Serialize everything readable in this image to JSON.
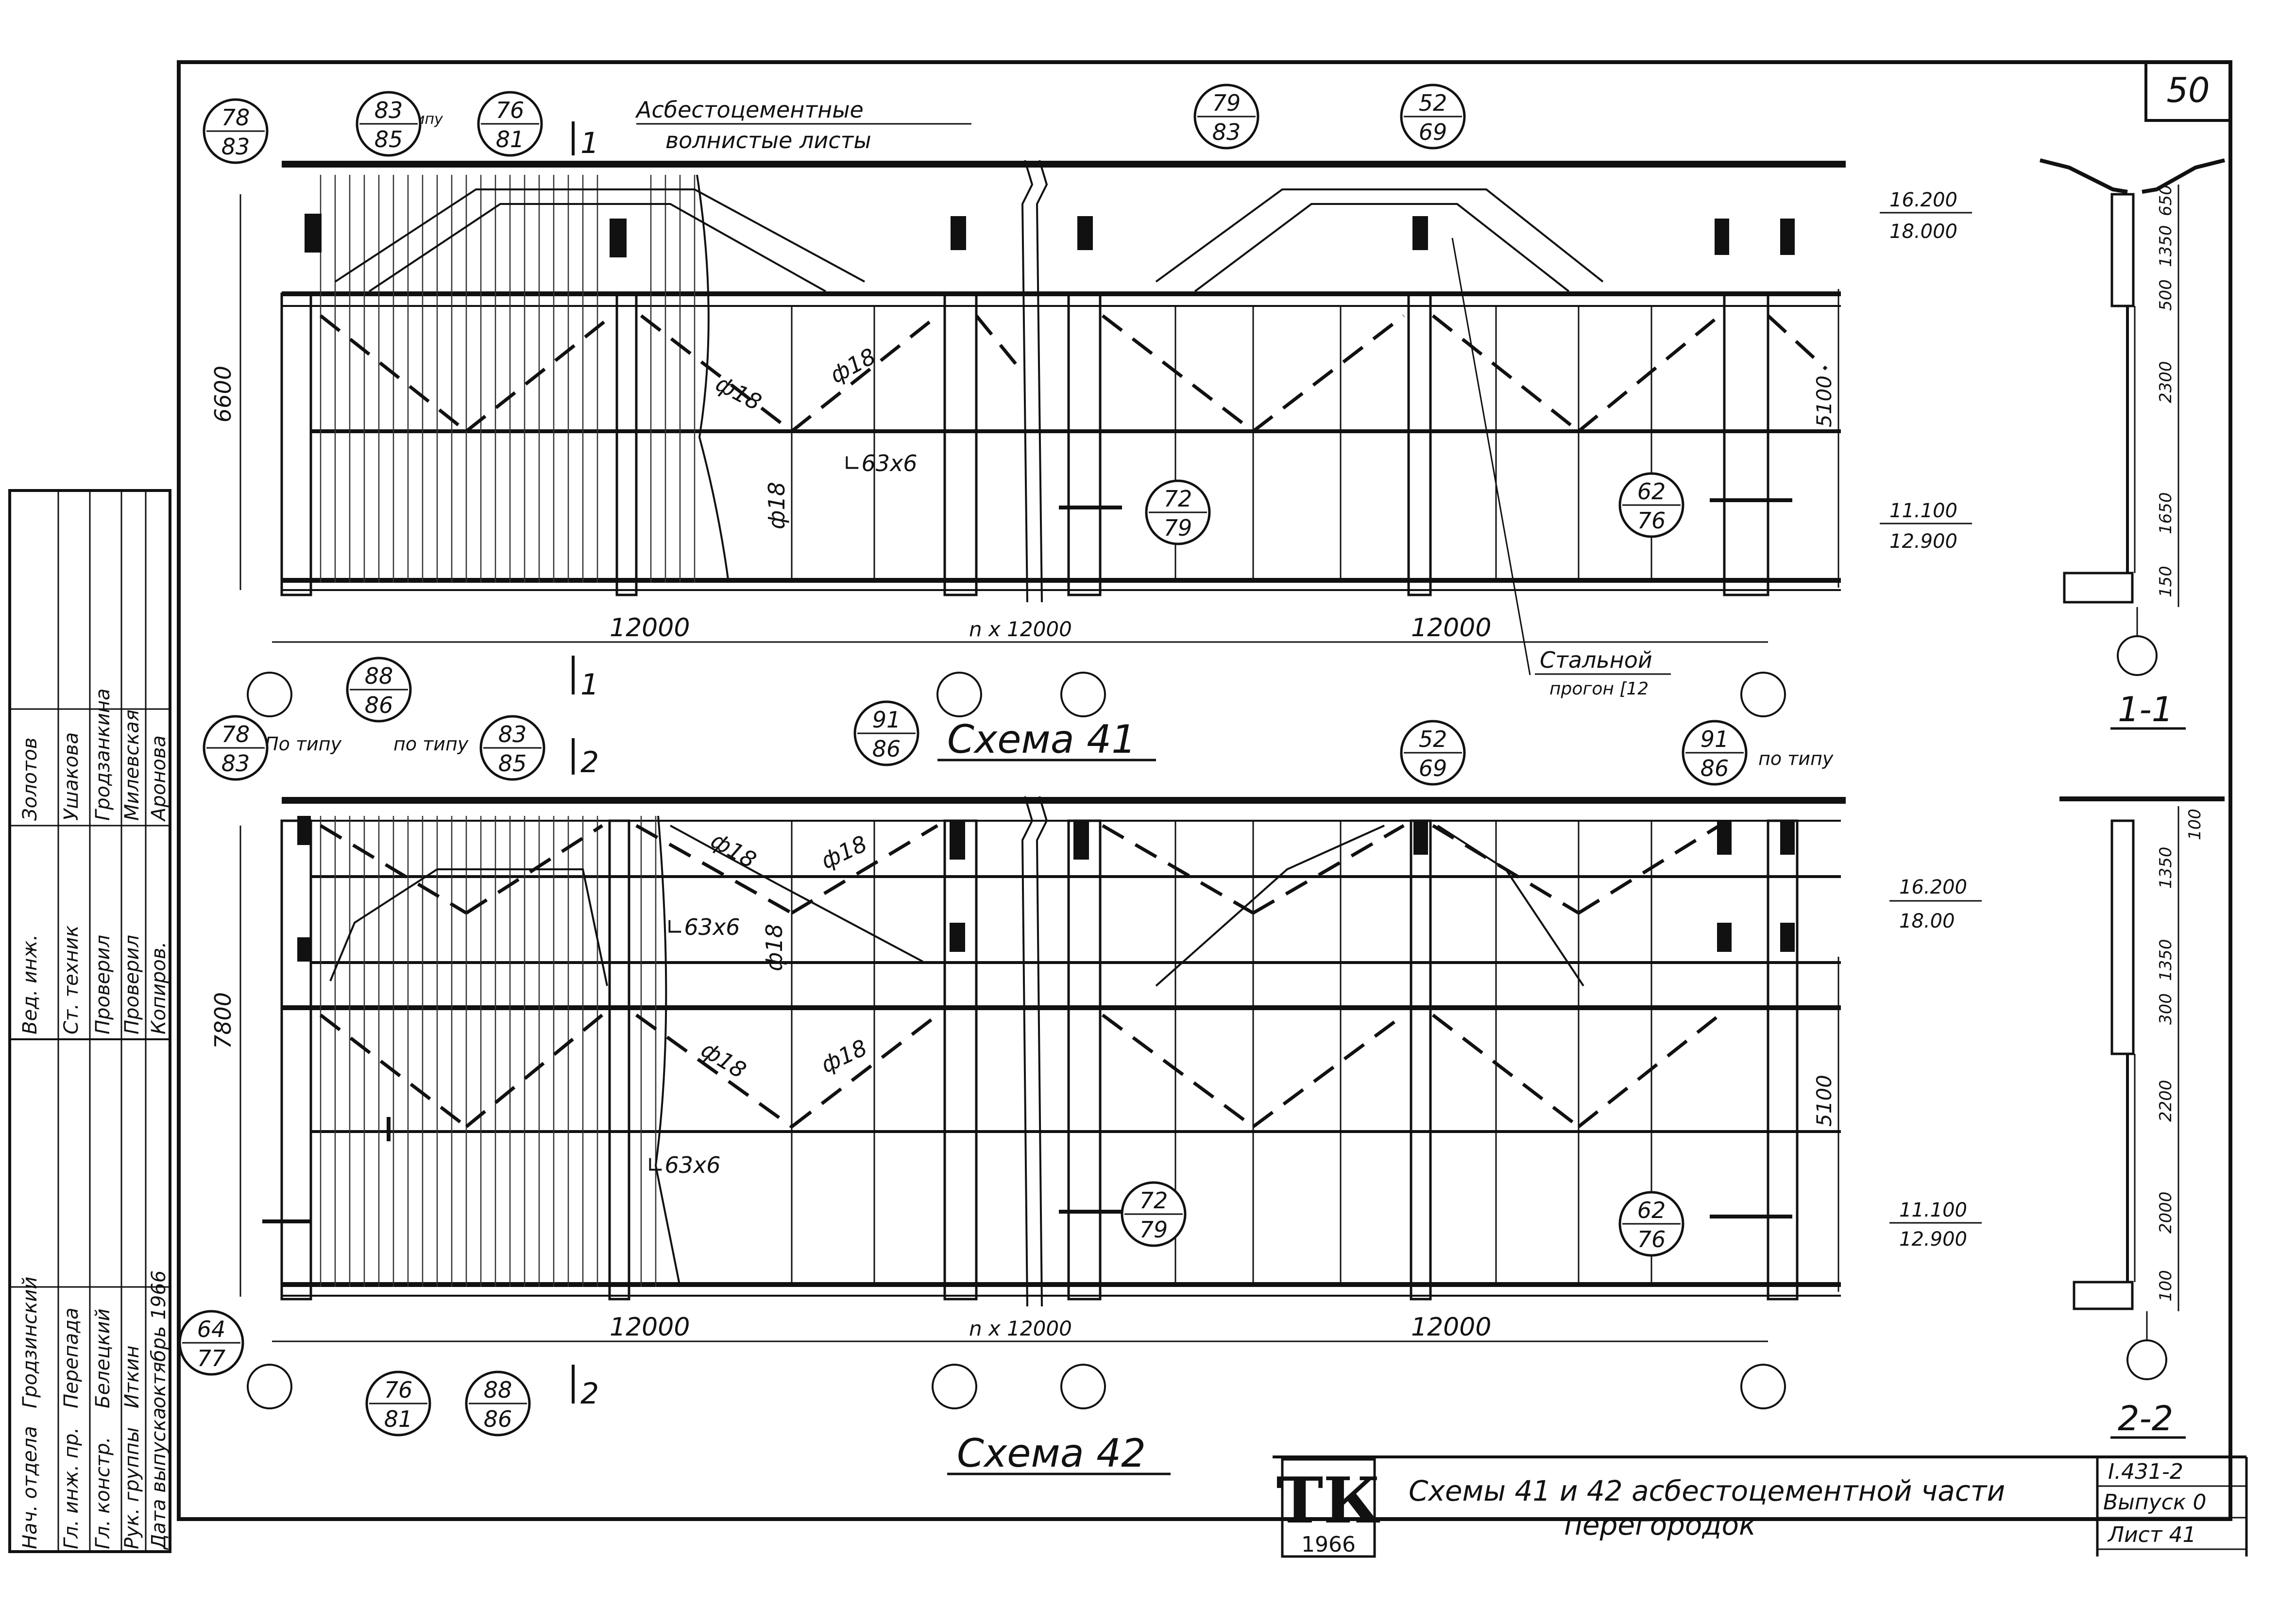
{
  "sheet": {
    "page_number": "50",
    "series_code": "I.431-2",
    "issue": "Выпуск 0",
    "sheet_no": "Лист 41",
    "logo_text": "ТК",
    "logo_year": "1966",
    "title_line1": "Схемы 41 и 42 асбестоцементной части",
    "title_line2": "перегородок"
  },
  "stamp": {
    "columns": [
      {
        "role": "Нач. отдела",
        "name": "Гродзинский"
      },
      {
        "role": "Гл. инж. пр.",
        "name": "Перепада"
      },
      {
        "role": "Гл. констр.",
        "name": "Белецкий"
      },
      {
        "role": "Рук. группы",
        "name": "Иткин"
      },
      {
        "role": "Дата выпуска",
        "name": "октябрь 1966"
      },
      {
        "role": "Вед. инж.",
        "name": "Золотов"
      },
      {
        "role": "Ст. техник",
        "name": "Ушакова"
      },
      {
        "role": "Проверил",
        "name": "Гродзанкина"
      },
      {
        "role": "Проверил",
        "name": "Милевская"
      },
      {
        "role": "Копиров.",
        "name": "Аронова"
      }
    ]
  },
  "schema41": {
    "title": "Схема 41",
    "sheets_label_line1": "Асбестоцементные",
    "sheets_label_line2": "волнистые листы",
    "po_tipu": "по типу",
    "height": "6600",
    "bay_left": "12000",
    "bay_mid": "n x 12000",
    "bay_right": "12000",
    "right_height": "5100",
    "level_top_a": "16.200",
    "level_top_b": "18.000",
    "level_mid_a": "11.100",
    "level_mid_b": "12.900",
    "rod_a": "ф18",
    "rod_b": "ф18",
    "rod_c": "ф18",
    "angle": "∟63х6",
    "purlin_line1": "Стальной",
    "purlin_line2": "прогон [12",
    "section_mark": "1",
    "callouts": [
      {
        "top": "78",
        "bottom": "83"
      },
      {
        "top": "83",
        "bottom": "85"
      },
      {
        "top": "76",
        "bottom": "81"
      },
      {
        "top": "79",
        "bottom": "83"
      },
      {
        "top": "52",
        "bottom": "69"
      },
      {
        "top": "72",
        "bottom": "79"
      },
      {
        "top": "62",
        "bottom": "76"
      },
      {
        "top": "88",
        "bottom": "86"
      }
    ]
  },
  "schema42": {
    "title": "Схема 42",
    "po_tipu_a": "По типу",
    "po_tipu_b": "по типу",
    "po_tipu_c": "по типу",
    "height": "7800",
    "bay_left": "12000",
    "bay_mid": "n x 12000",
    "bay_right": "12000",
    "right_height": "5100",
    "level_top_a": "16.200",
    "level_top_b": "18.00",
    "level_mid_a": "11.100",
    "level_mid_b": "12.900",
    "rod_a": "ф18",
    "rod_b": "ф18",
    "rod_c": "ф18",
    "rod_d": "ф18",
    "rod_e": "ф18",
    "angle_a": "∟63х6",
    "angle_b": "∟63х6",
    "section_mark": "2",
    "callouts": [
      {
        "top": "78",
        "bottom": "83"
      },
      {
        "top": "83",
        "bottom": "85"
      },
      {
        "top": "91",
        "bottom": "86"
      },
      {
        "top": "52",
        "bottom": "69"
      },
      {
        "top": "91",
        "bottom": "86"
      },
      {
        "top": "72",
        "bottom": "79"
      },
      {
        "top": "62",
        "bottom": "76"
      },
      {
        "top": "64",
        "bottom": "77"
      },
      {
        "top": "76",
        "bottom": "81"
      },
      {
        "top": "88",
        "bottom": "86"
      }
    ]
  },
  "section11": {
    "label": "1-1",
    "dims": [
      "650",
      "1350",
      "500",
      "2300",
      "1650",
      "150"
    ]
  },
  "section22": {
    "label": "2-2",
    "dims": [
      "100",
      "1350",
      "1350",
      "300",
      "2200",
      "2000",
      "100"
    ]
  }
}
